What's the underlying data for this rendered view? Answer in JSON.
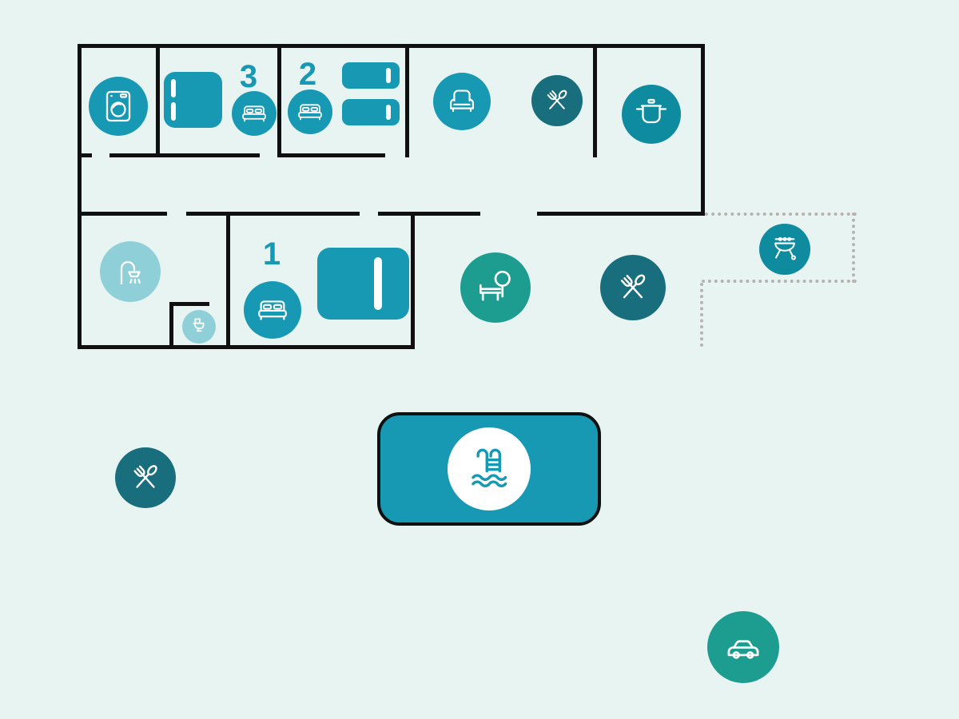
{
  "rooms": {
    "bedroom_1": {
      "number": "1"
    },
    "bedroom_2": {
      "number": "2"
    },
    "bedroom_3": {
      "number": "3"
    }
  },
  "markers": {
    "laundry": "washing-machine",
    "bedroom_3": "double-bed",
    "bedroom_2": "double-bed",
    "living_room": "armchair",
    "dining_area": "fork-and-spoon",
    "kitchen": "cooking-pot",
    "shower_room": "shower",
    "toilet": "toilet",
    "bedroom_1": "double-bed",
    "garden": "tree-and-bench",
    "outdoor_dining": "fork-and-spoon",
    "bbq_area": "barbecue-grill",
    "patio_dining": "fork-and-spoon",
    "swimming_pool": "pool-ladder",
    "parking": "car"
  },
  "colors": {
    "background": "#e8f4f2",
    "wall": "#101010",
    "teal": "#1899b3",
    "tealMid": "#0f8ba0",
    "tealDark": "#196e7e",
    "tealLight": "#8fd0d8",
    "greenTeal": "#1d9d8f",
    "dotted": "#b9b1af",
    "poolFill": "#1899b3",
    "iconStroke": "#ffffff"
  }
}
